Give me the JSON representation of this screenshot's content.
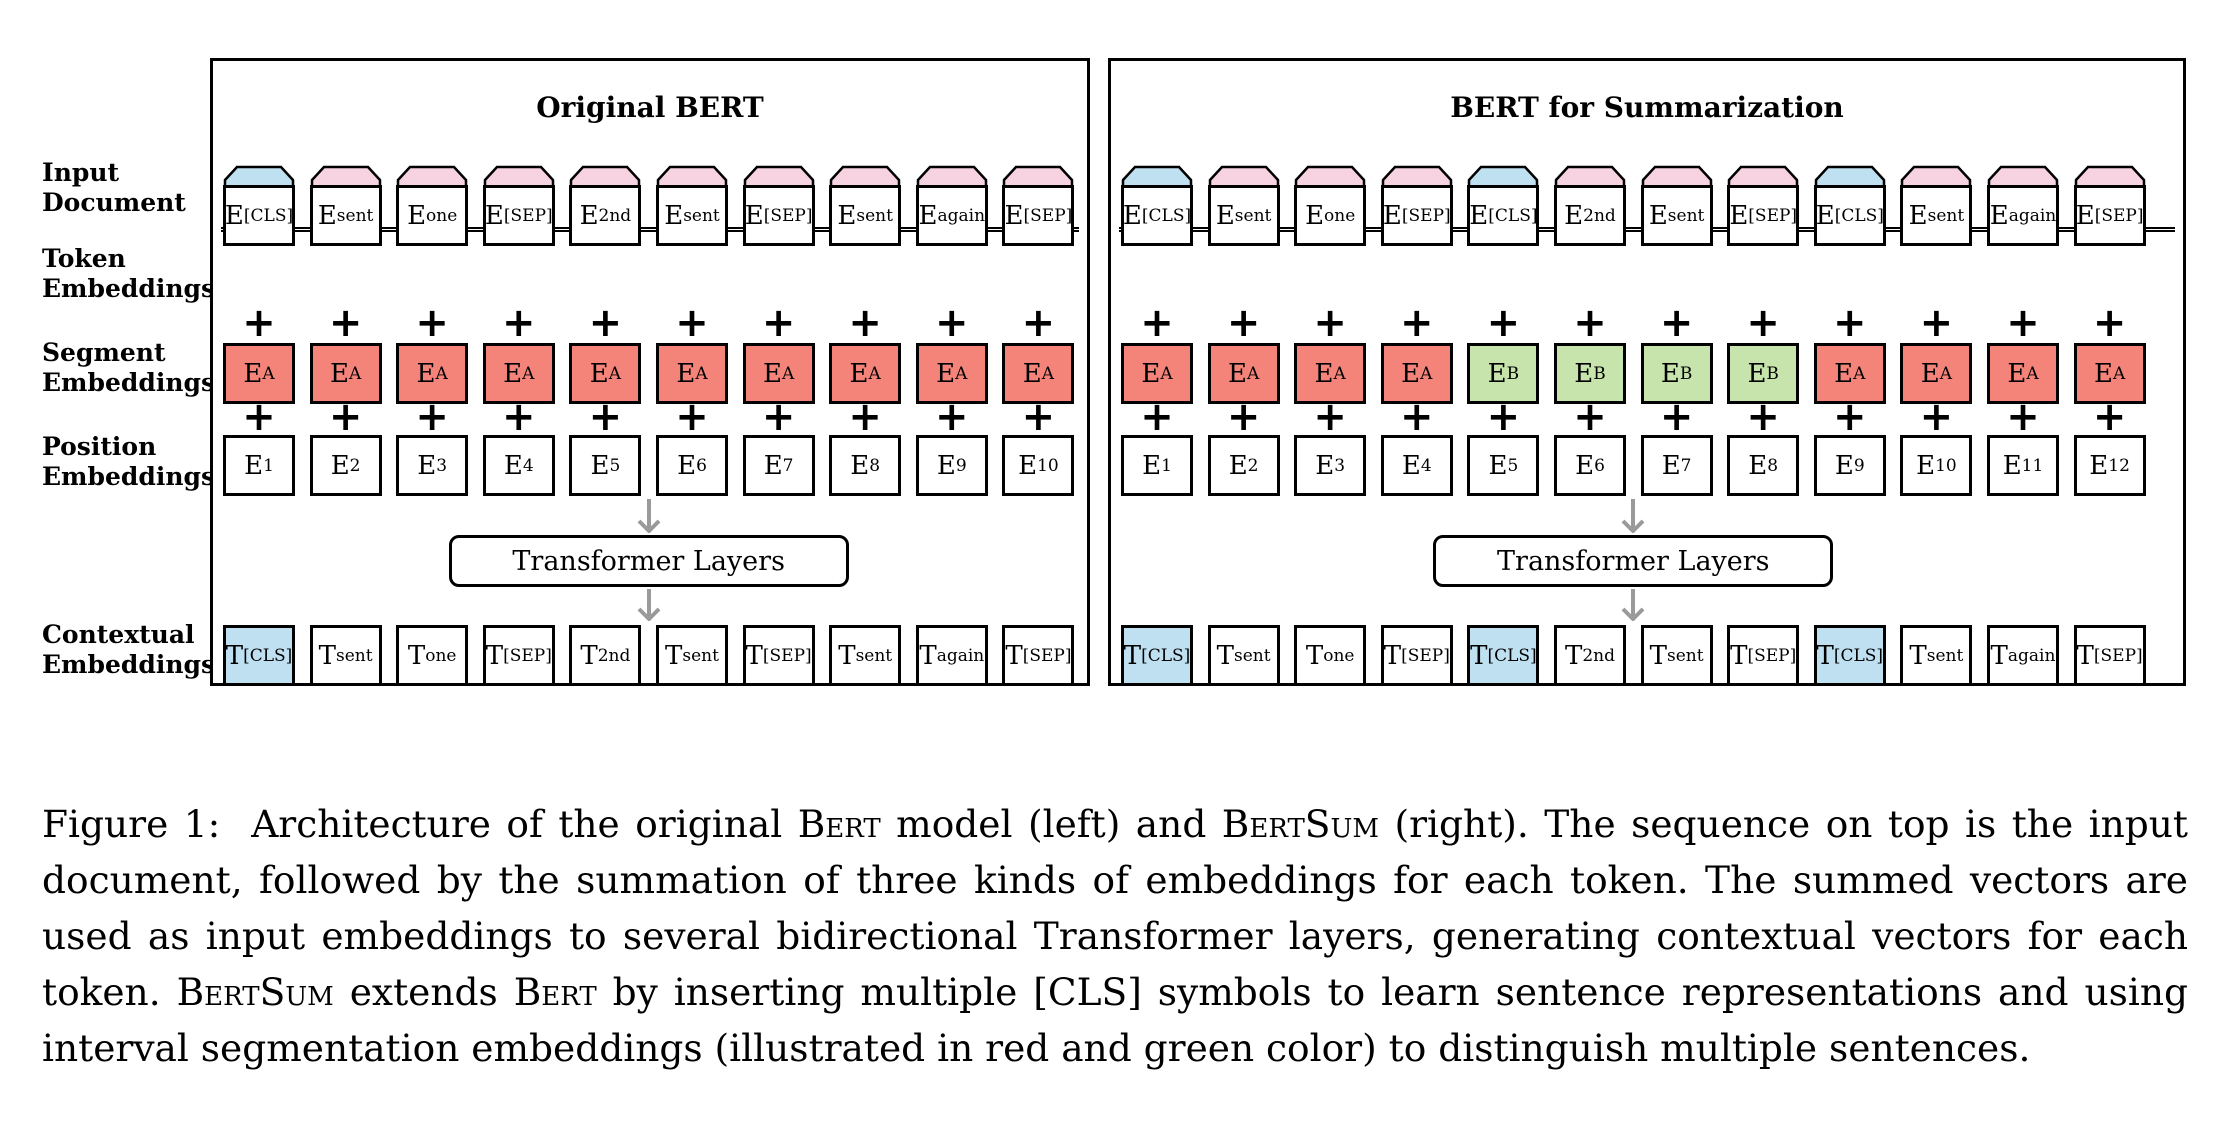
{
  "row_labels": {
    "input": [
      "Input",
      "Document"
    ],
    "token": [
      "Token",
      "Embeddings"
    ],
    "segment": [
      "Segment",
      "Embeddings"
    ],
    "position": [
      "Position",
      "Embeddings"
    ],
    "contextual": [
      "Contextual",
      "Embeddings"
    ]
  },
  "panels": [
    {
      "title": "Original BERT",
      "tokens": [
        "[CLS]",
        "sent",
        "one",
        "[SEP]",
        "2nd",
        "sent",
        "[SEP]",
        "sent",
        "again",
        "[SEP]"
      ],
      "token_embeddings": [
        "[CLS]",
        "sent",
        "one",
        "[SEP]",
        "2nd",
        "sent",
        "[SEP]",
        "sent",
        "again",
        "[SEP]"
      ],
      "segment_embeddings": [
        "A",
        "A",
        "A",
        "A",
        "A",
        "A",
        "A",
        "A",
        "A",
        "A"
      ],
      "position_embeddings": [
        "1",
        "2",
        "3",
        "4",
        "5",
        "6",
        "7",
        "8",
        "9",
        "10"
      ],
      "contextual_embeddings": [
        "[CLS]",
        "sent",
        "one",
        "[SEP]",
        "2nd",
        "sent",
        "[SEP]",
        "sent",
        "again",
        "[SEP]"
      ],
      "transformer_label": "Transformer Layers"
    },
    {
      "title": "BERT for Summarization",
      "tokens": [
        "[CLS]",
        "sent",
        "one",
        "[SEP]",
        "[CLS]",
        "2nd",
        "sent",
        "[SEP]",
        "[CLS]",
        "sent",
        "again",
        "[SEP]"
      ],
      "token_embeddings": [
        "[CLS]",
        "sent",
        "one",
        "[SEP]",
        "[CLS]",
        "2nd",
        "sent",
        "[SEP]",
        "[CLS]",
        "sent",
        "again",
        "[SEP]"
      ],
      "segment_embeddings": [
        "A",
        "A",
        "A",
        "A",
        "B",
        "B",
        "B",
        "B",
        "A",
        "A",
        "A",
        "A"
      ],
      "position_embeddings": [
        "1",
        "2",
        "3",
        "4",
        "5",
        "6",
        "7",
        "8",
        "9",
        "10",
        "11",
        "12"
      ],
      "contextual_embeddings": [
        "[CLS]",
        "sent",
        "one",
        "[SEP]",
        "[CLS]",
        "2nd",
        "sent",
        "[SEP]",
        "[CLS]",
        "sent",
        "again",
        "[SEP]"
      ],
      "transformer_label": "Transformer Layers"
    }
  ],
  "symbols": {
    "embedding_prefix": "E",
    "contextual_prefix": "T",
    "plus": "+"
  },
  "colors": {
    "cls_token": "#bfe0f1",
    "word_token": "#f7d2e0",
    "segment_a": "#f4847a",
    "segment_b": "#c6e4ab",
    "arrow": "#9a9a9a"
  },
  "caption": {
    "figure_label": "Figure 1:",
    "parts": [
      {
        "t": "Architecture of the original "
      },
      {
        "t": "Bert",
        "sc": true
      },
      {
        "t": " model (left) and "
      },
      {
        "t": "BertSum",
        "sc": true
      },
      {
        "t": " (right). The sequence on top is the input document, followed by the summation of three kinds of embeddings for each token. The summed vectors are used as input embeddings to several bidirectional Transformer layers, generating contextual vectors for each token. "
      },
      {
        "t": "BertSum",
        "sc": true
      },
      {
        "t": " extends "
      },
      {
        "t": "Bert",
        "sc": true
      },
      {
        "t": " by inserting multiple [CLS] symbols to learn sentence representations and using interval segmentation embeddings (illustrated in red and green color) to distinguish multiple sentences."
      }
    ]
  }
}
